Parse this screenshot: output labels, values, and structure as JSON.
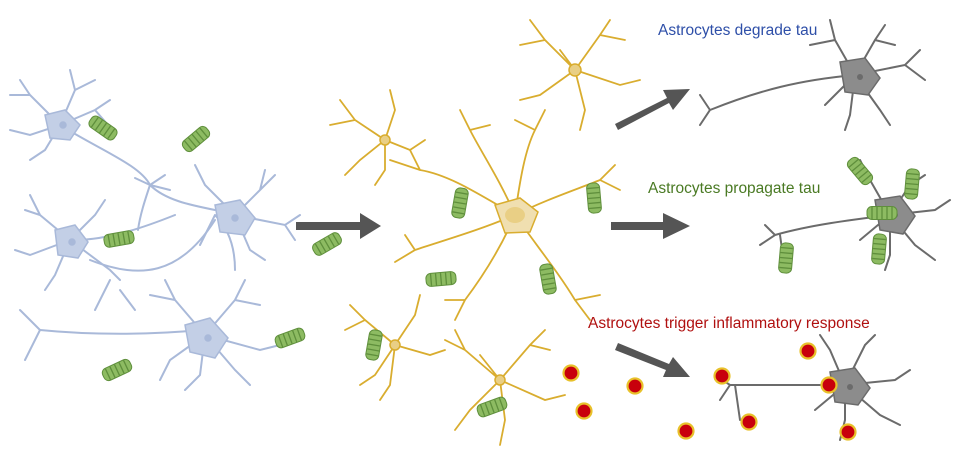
{
  "labels": {
    "degrade": "Astrocytes degrade tau",
    "propagate": "Astrocytes propagate tau",
    "inflammatory": "Astrocytes trigger inflammatory response"
  },
  "colors": {
    "neuron_healthy": "#a9b9d9",
    "neuron_soma": "#c3cfe6",
    "astrocyte": "#d9ad2f",
    "astrocyte_soma": "#f0dfb0",
    "neuron_outcome": "#6b6b6b",
    "neuron_outcome_soma": "#8c8c8c",
    "tau": "#8dbb62",
    "tau_stripe": "#5f8f3c",
    "arrow": "#555555",
    "label_degrade": "#2e4fa8",
    "label_propagate": "#4a7a24",
    "label_inflammatory": "#b01010",
    "inflammatory_dot": "#c8000c",
    "inflammatory_dot_ring": "#e8c12a"
  },
  "icons": {
    "tau_fibril": "tau-fibril-icon",
    "inflammatory_dot": "cytokine-dot-icon",
    "arrow": "process-arrow-icon"
  }
}
